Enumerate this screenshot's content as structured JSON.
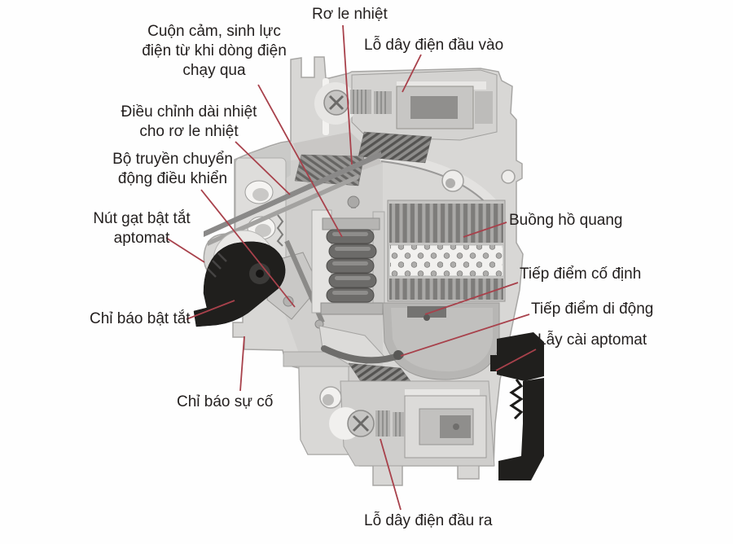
{
  "colors": {
    "background": "#fefefe",
    "label_text": "#231f1e",
    "leader_line": "#a8414b",
    "body_light": "#d8d7d5",
    "part_black": "#201f1d"
  },
  "labels": {
    "ro_le_nhiet": "Rơ le nhiệt",
    "cuon_cam_line1": "Cuộn cảm, sinh lực",
    "cuon_cam_line2": "điện từ khi dòng điện",
    "cuon_cam_line3": "chạy qua",
    "lo_day_dien_dau_vao": "Lỗ dây điện đầu vào",
    "dieu_chinh_line1": "Điều chỉnh dài nhiệt",
    "dieu_chinh_line2": "cho rơ le nhiệt",
    "bo_truyen_line1": "Bộ truyền chuyển",
    "bo_truyen_line2": "động điều khiển",
    "nut_gat_line1": "Nút gạt bật tắt",
    "nut_gat_line2": "aptomat",
    "chi_bao_bat_tat": "Chỉ báo bật tắt",
    "buong_ho_quang": "Buồng hồ quang",
    "tiep_diem_co_dinh": "Tiếp điểm cố định",
    "tiep_diem_di_dong": "Tiếp điểm di động",
    "lay_cai_aptomat": "Lẫy cài aptomat",
    "chi_bao_su_co": "Chỉ báo sự cố",
    "lo_day_dien_dau_ra": "Lỗ dây điện đầu ra"
  }
}
